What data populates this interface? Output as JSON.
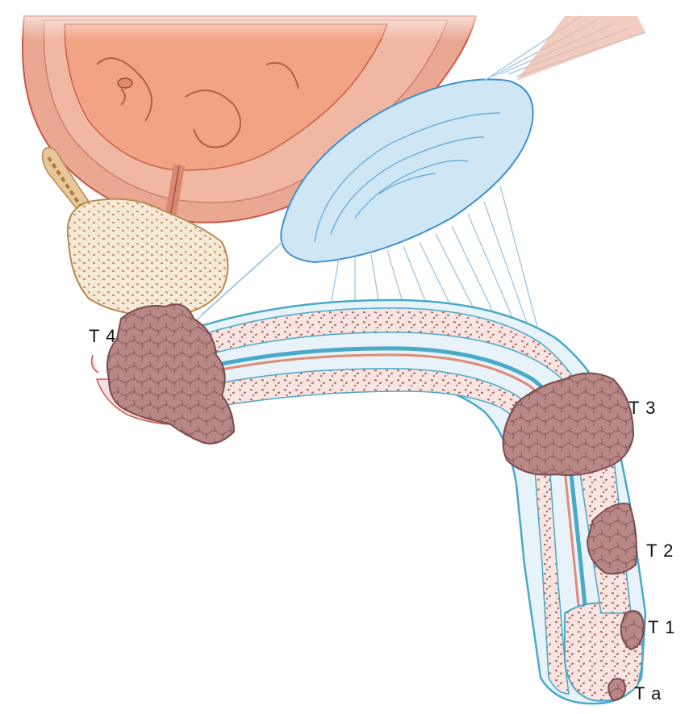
{
  "figure": {
    "labels": {
      "t4": "T 4",
      "t3": "T 3",
      "t2": "T 2",
      "t1": "T 1",
      "ta": "T a"
    }
  },
  "colors": {
    "bladder_wall": "#e9a58e",
    "bladder_inner": "#f2a384",
    "bladder_outline": "#c9574a",
    "prostate_fill": "#f3dcb2",
    "prostate_outline": "#c8a46e",
    "ligament_fill": "#cfe6f5",
    "ligament_outline": "#3f8fcf",
    "shaft_outline": "#4aa8c8",
    "spongy_tissue": "#f5dede",
    "speckle": "#a06a62",
    "tumor_fill": "#b98a88",
    "tumor_outline": "#7b4a4c"
  }
}
